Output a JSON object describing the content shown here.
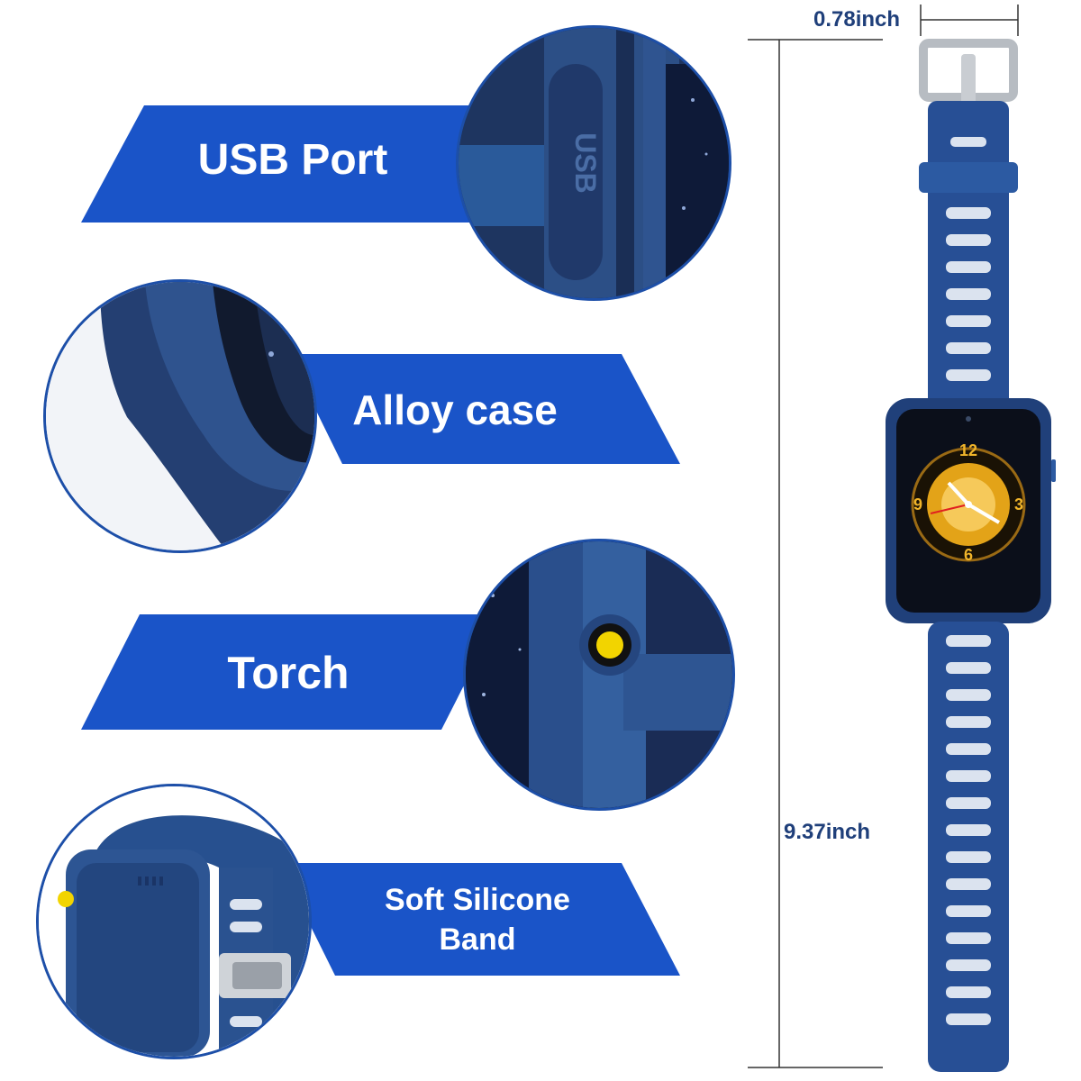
{
  "features": [
    {
      "label": "USB Port"
    },
    {
      "label": "Alloy case"
    },
    {
      "label": "Torch"
    },
    {
      "label": "Soft Silicone\nBand",
      "line1": "Soft Silicone",
      "line2": "Band"
    }
  ],
  "dimensions": {
    "width": "0.78inch",
    "length": "9.37inch"
  },
  "watch_face": {
    "numerals": [
      "12",
      "3",
      "6",
      "9"
    ]
  },
  "colors": {
    "banner": "#1a54c8",
    "band": "#274f95",
    "band_hole": "#dbe3ef",
    "buckle": "#bfc3c8",
    "dimension_text": "#1f3f7a",
    "torch_yellow": "#f2d400"
  }
}
